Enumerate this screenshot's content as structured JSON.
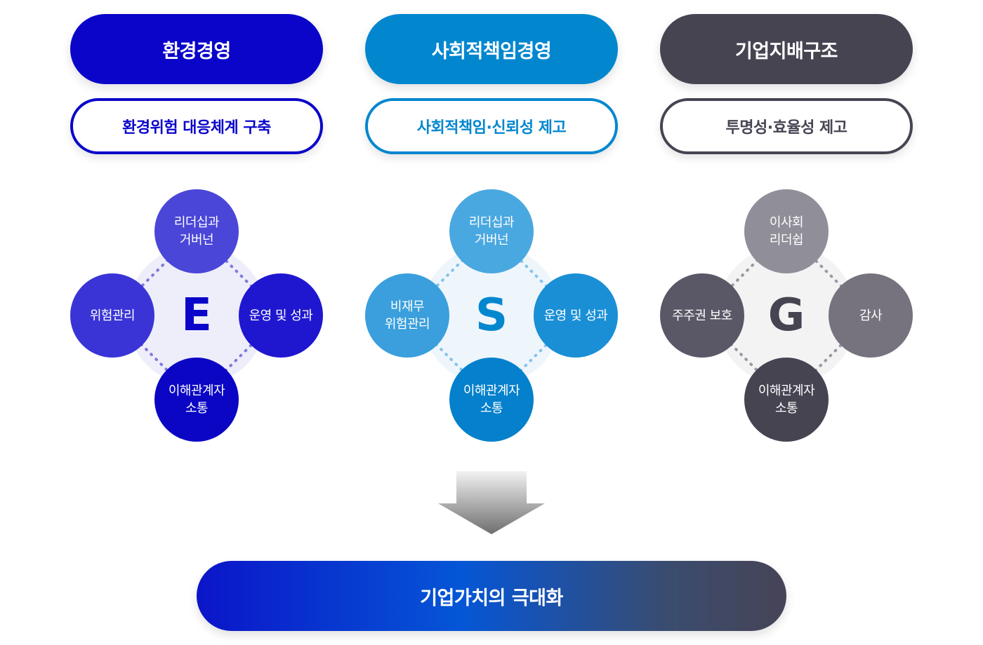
{
  "columns": [
    {
      "title": "환경경영",
      "subtitle": "환경위험 대응체계 구축",
      "letter": "E",
      "nodes": {
        "top": "리더십과\n거버넌",
        "left": "위험관리",
        "right": "운영 및 성과",
        "bottom": "이해관계자\n소통"
      },
      "colors": {
        "header": "#0a05c9",
        "outline": "#0a05c9",
        "top": "#4a46d8",
        "left": "#3a34d6",
        "right": "#1f17d0",
        "bottom": "#0b06c4",
        "letter": "#0a05c9",
        "dots": "#7f7ad9",
        "bg": "#eeeefb"
      }
    },
    {
      "title": "사회적책임경영",
      "subtitle": "사회적책임·신뢰성 제고",
      "letter": "S",
      "nodes": {
        "top": "리더십과\n거버넌",
        "left": "비재무\n위험관리",
        "right": "운영 및 성과",
        "bottom": "이해관계자\n소통"
      },
      "colors": {
        "header": "#0287cf",
        "outline": "#0287cf",
        "top": "#4aa8e0",
        "left": "#3a9fdc",
        "right": "#1a8fd6",
        "bottom": "#0580cc",
        "letter": "#0287cf",
        "dots": "#86c2e8",
        "bg": "#eef6fc"
      }
    },
    {
      "title": "기업지배구조",
      "subtitle": "투명성·효율성 제고",
      "letter": "G",
      "nodes": {
        "top": "이사회\n리더쉽",
        "left": "주주권 보호",
        "right": "감사",
        "bottom": "이해관계자\n소통"
      },
      "colors": {
        "header": "#474452",
        "outline": "#474452",
        "top": "#908e98",
        "left": "#5a5766",
        "right": "#76737e",
        "bottom": "#474452",
        "letter": "#474452",
        "dots": "#9a98a2",
        "bg": "#f3f3f4"
      }
    }
  ],
  "result": "기업가치의 극대화"
}
